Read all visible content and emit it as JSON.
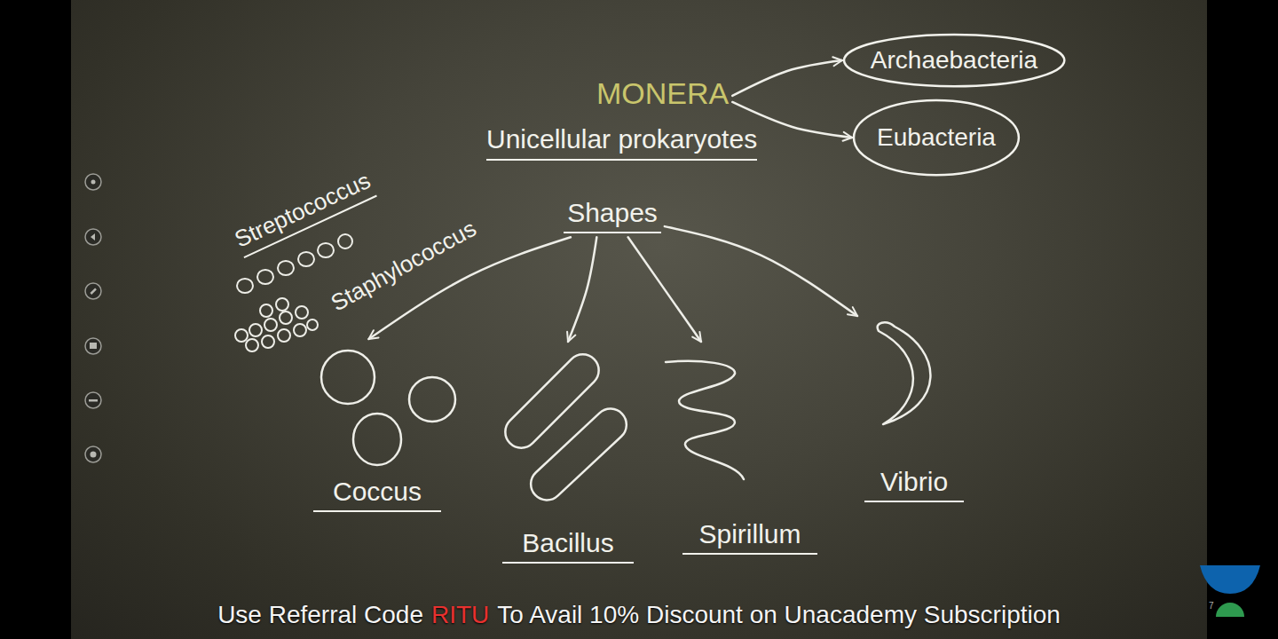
{
  "diagram": {
    "nodes": [
      {
        "text": [
          "MONERA"
        ]
      },
      {
        "text": [
          "Archaebacteria"
        ]
      },
      {
        "text": [
          "Eubacteria"
        ]
      },
      {
        "text": [
          "Shapes"
        ]
      },
      {
        "text": [
          "Coccus"
        ]
      },
      {
        "text": [
          "Bacillus"
        ]
      },
      {
        "text": [
          "Spirillum"
        ]
      },
      {
        "text": [
          "Vibrio"
        ]
      }
    ],
    "edges": [
      {
        "from": 0,
        "to": 1,
        "arrow": "to"
      },
      {
        "from": 0,
        "to": 2,
        "arrow": "to"
      },
      {
        "from": 3,
        "to": 4,
        "arrow": "to"
      },
      {
        "from": 3,
        "to": 5,
        "arrow": "to"
      },
      {
        "from": 3,
        "to": 6,
        "arrow": "to"
      },
      {
        "from": 3,
        "to": 7,
        "arrow": "to"
      }
    ],
    "labels": [
      "Unicellular prokaryotes",
      "Streptococcus",
      "Staphylococcus",
      "Use Referral Code",
      "RITU",
      "To Avail 10% Discount on Unacademy Subscription",
      "7"
    ]
  }
}
